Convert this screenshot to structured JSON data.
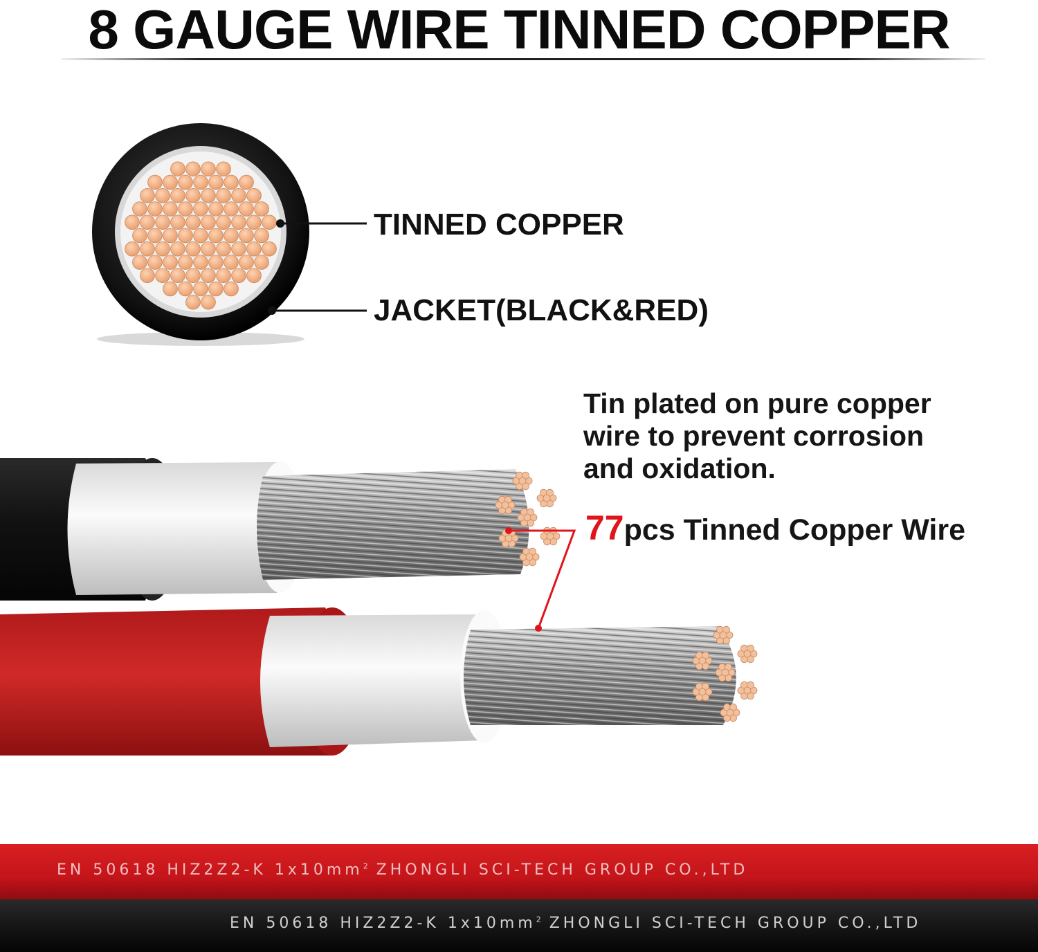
{
  "title": "8 GAUGE WIRE TINNED COPPER",
  "cross_section": {
    "label_core": "TINNED COPPER",
    "label_jacket": "JACKET(BLACK&RED)"
  },
  "description": {
    "lines": [
      "Tin plated on pure copper",
      "wire to prevent corrosion",
      "and oxidation."
    ]
  },
  "strand_count": {
    "number": "77",
    "text": "pcs Tinned Copper Wire"
  },
  "cable_print": {
    "red": {
      "pre": "EN 50618 HIZ2Z2-K 1x10mm",
      "sup": "2",
      "post": " ZHONGLI SCI-TECH GROUP CO.,LTD"
    },
    "black": {
      "pre": "EN 50618 HIZ2Z2-K 1x10mm",
      "sup": "2",
      "post": " ZHONGLI SCI-TECH GROUP CO.,LTD"
    }
  },
  "colors": {
    "accent_red": "#e0141b",
    "jacket_red": "#c41d1e",
    "jacket_black": "#1a1a1a",
    "copper": "#f2b48a",
    "insulation": "#eeeeee"
  }
}
